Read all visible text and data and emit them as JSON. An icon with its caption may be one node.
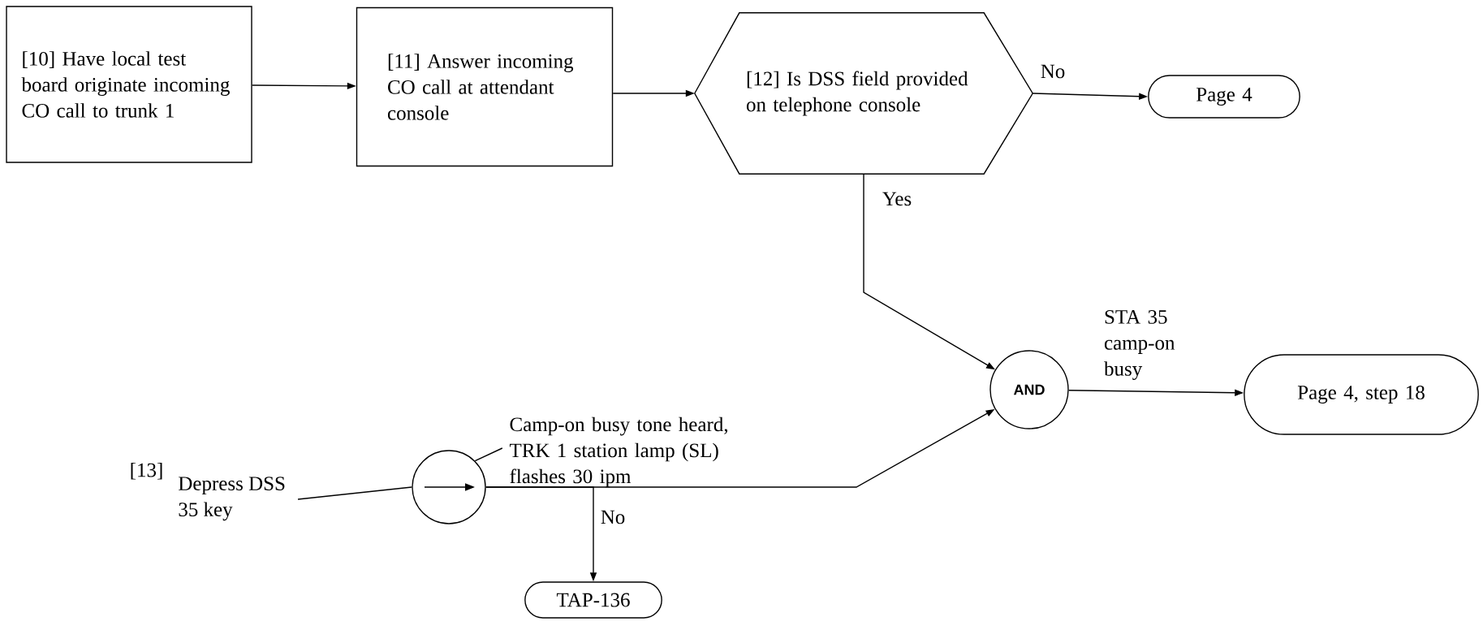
{
  "diagram": {
    "nodes": [
      {
        "text": [
          "[10] Have local test board originate incoming CO call to trunk 1"
        ]
      },
      {
        "text": [
          "[11] Answer incoming CO call at attendant console"
        ]
      },
      {
        "text": [
          "[12] Is DSS field provided on telephone console"
        ]
      },
      {
        "text": [
          "Page 4"
        ]
      },
      {
        "text": [
          "[13]",
          "Depress DSS 35 key"
        ]
      },
      {
        "text": [],
        "shape": "circle"
      },
      {
        "text": [
          "Camp-on busy tone heard, TRK 1 station lamp (SL) flashes 30 ipm"
        ]
      },
      {
        "text": [
          "AND"
        ]
      },
      {
        "text": [
          "Page 4, step 18"
        ]
      },
      {
        "text": [
          "TAP-136"
        ]
      }
    ],
    "edges": [
      {
        "from": 0,
        "to": 1,
        "arrow": "to"
      },
      {
        "from": 1,
        "to": 2,
        "arrow": "to"
      },
      {
        "from": 2,
        "to": 3,
        "arrow": "to",
        "label": "No"
      },
      {
        "from": 2,
        "to": 7,
        "arrow": "to",
        "label": "Yes"
      },
      {
        "from": 4,
        "to": 5,
        "arrow": "none"
      },
      {
        "from": 5,
        "to": 7,
        "arrow": "to"
      },
      {
        "from": 5,
        "to": 9,
        "arrow": "to",
        "label": "No"
      },
      {
        "from": 7,
        "to": 8,
        "arrow": "to",
        "label": "STA 35 camp-on busy"
      },
      {
        "from": 6,
        "to": 5,
        "arrow": "none"
      }
    ]
  }
}
